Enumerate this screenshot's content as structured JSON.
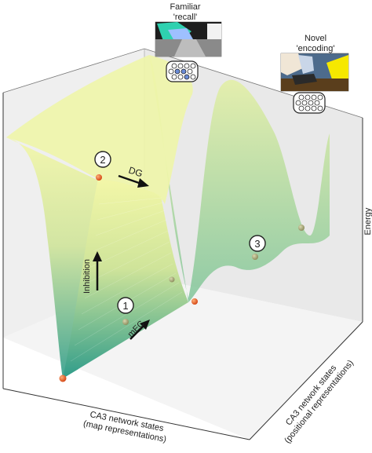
{
  "images": {
    "familiar": {
      "line1": "Familiar",
      "line2": "'recall'"
    },
    "novel": {
      "line1": "Novel",
      "line2": "'encoding'"
    }
  },
  "markers": {
    "one": "1",
    "two": "2",
    "three": "3"
  },
  "arrows": {
    "dg": "DG",
    "mec": "mEC",
    "inhibition": "Inhibition"
  },
  "axes": {
    "energy": "Energy",
    "map_line1": "CA3 network states",
    "map_line2": "(map representations)",
    "pos_line1": "CA3 network states",
    "pos_line2": "(positional representations)"
  },
  "colors": {
    "surface_top": "#f3f7a8",
    "surface_bottom": "#2f9c8a",
    "ball": "#e4541c",
    "ball_dim": "#9b9b6e",
    "box_wall": "#ededed"
  }
}
